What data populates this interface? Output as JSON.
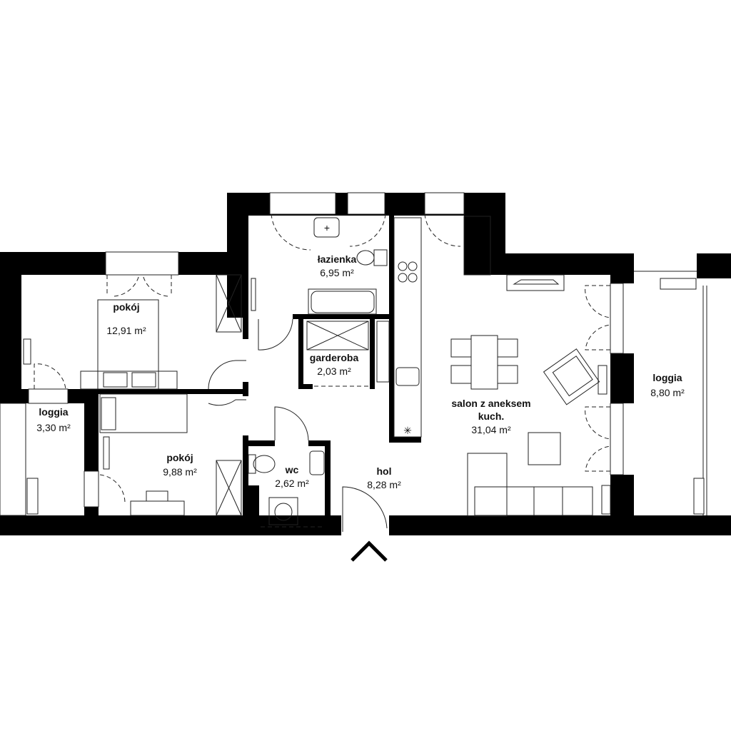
{
  "plan": {
    "rooms": [
      {
        "name": "łazienka",
        "area": "6,95 m²"
      },
      {
        "name": "pokój",
        "area": "12,91 m²"
      },
      {
        "name": "garderoba",
        "area": "2,03 m²"
      },
      {
        "name": "loggia",
        "area": "3,30 m²"
      },
      {
        "name": "pokój",
        "area": "9,88 m²"
      },
      {
        "name": "wc",
        "area": "2,62 m²"
      },
      {
        "name": "hol",
        "area": "8,28 m²"
      },
      {
        "name": "salon z aneksem",
        "name2": "kuch.",
        "area": "31,04 m²"
      },
      {
        "name": "loggia",
        "area": "8,80 m²"
      }
    ],
    "colors": {
      "wall": "#000000",
      "line": "#222222"
    }
  }
}
